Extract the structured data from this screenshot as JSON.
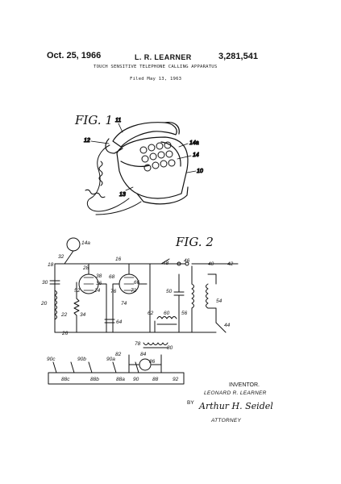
{
  "header": {
    "date": "Oct. 25, 1966",
    "inventor": "L. R. LEARNER",
    "patent_number": "3,281,541",
    "title": "TOUCH SENSITIVE TELEPHONE CALLING APPARATUS",
    "filed": "Filed May 13, 1963"
  },
  "fig1": {
    "label": "FIG. 1",
    "refs": [
      "11",
      "12",
      "14a",
      "14",
      "10",
      "13"
    ]
  },
  "fig2": {
    "label": "FIG. 2",
    "refs": [
      "14a",
      "32",
      "18",
      "28",
      "16",
      "48",
      "46",
      "40",
      "42",
      "30",
      "38",
      "36",
      "68",
      "66",
      "52",
      "24",
      "76",
      "74",
      "72",
      "50",
      "20",
      "22",
      "56",
      "54",
      "34",
      "64",
      "62",
      "60",
      "26",
      "44",
      "78",
      "82",
      "84",
      "80",
      "86",
      "90c",
      "90b",
      "90a",
      "88c",
      "88b",
      "88a",
      "90",
      "88",
      "92"
    ]
  },
  "signature": {
    "inventor_caption": "INVENTOR.",
    "inventor_name": "LEONARD R. LEARNER",
    "by": "BY",
    "signature_text": "Arthur H. Seidel",
    "attorney_caption": "ATTORNEY"
  }
}
